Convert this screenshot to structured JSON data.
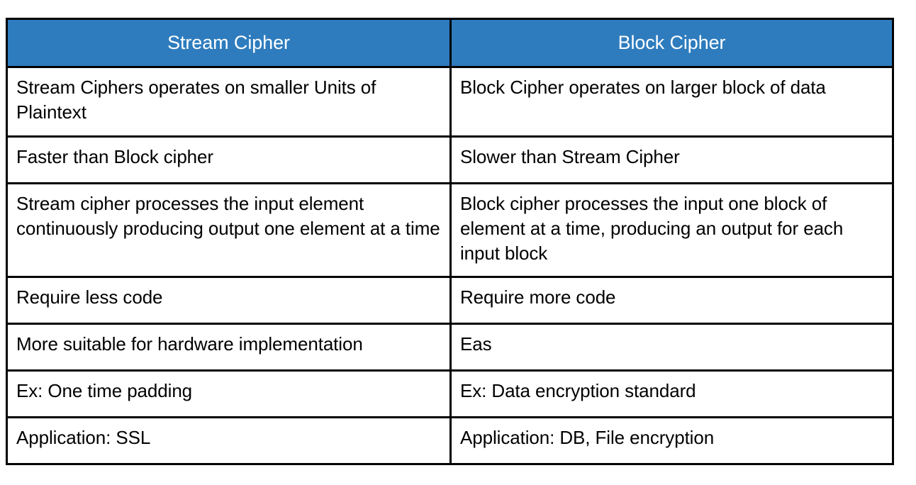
{
  "table": {
    "columns": [
      {
        "key": "stream",
        "header": "Stream Cipher"
      },
      {
        "key": "block",
        "header": "Block Cipher"
      }
    ],
    "header_bg_color": "#2E7CBE",
    "header_text_color": "#FFFFFF",
    "border_color": "#000000",
    "body_bg_color": "#FFFFFF",
    "body_text_color": "#000000",
    "rows": [
      {
        "stream": "Stream Ciphers operates on smaller Units of Plaintext",
        "block": "Block Cipher operates on larger block of data"
      },
      {
        "stream": "Faster than Block cipher",
        "block": "Slower than Stream Cipher"
      },
      {
        "stream": "Stream cipher processes the input element continuously producing output one element at a time",
        "block": "Block cipher processes the input one block of element at a time, producing an output for each input block"
      },
      {
        "stream": "Require less code",
        "block": "Require more code"
      },
      {
        "stream": "More suitable for hardware implementation",
        "block": "Eas"
      },
      {
        "stream": "Ex: One time padding",
        "block": "Ex: Data encryption standard"
      },
      {
        "stream": "Application: SSL",
        "block": "Application: DB, File encryption"
      }
    ]
  }
}
